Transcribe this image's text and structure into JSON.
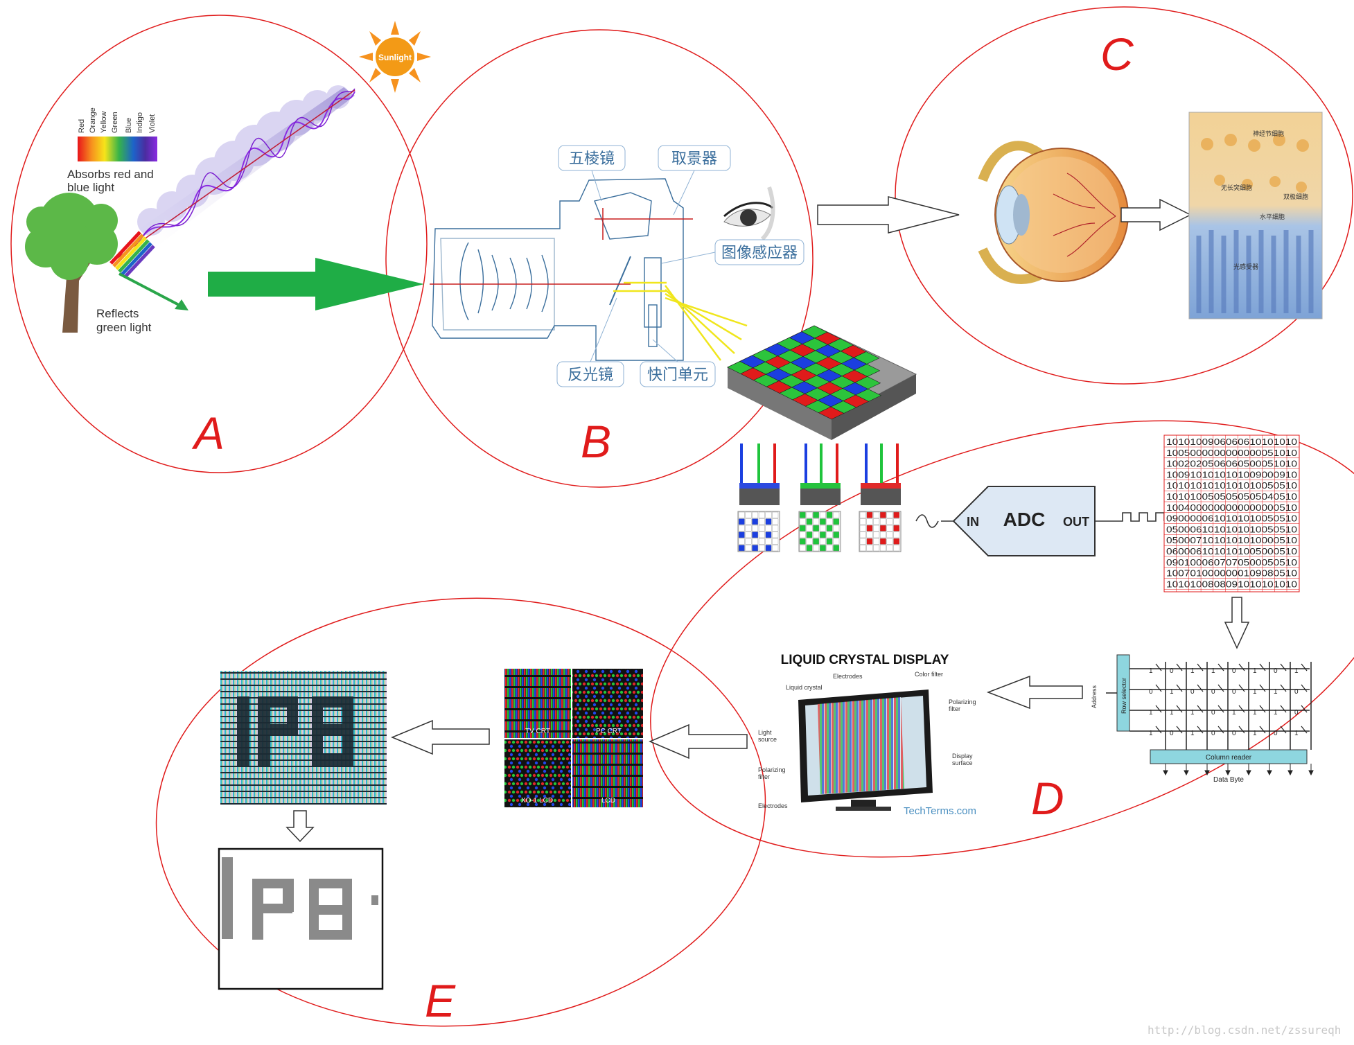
{
  "circles": {
    "a": "A",
    "b": "B",
    "c": "C",
    "d": "D",
    "e": "E"
  },
  "sun": {
    "label": "Sunlight"
  },
  "spectrum": {
    "colors": [
      "Red",
      "Orange",
      "Yellow",
      "Green",
      "Blue",
      "Indigo",
      "Violet"
    ],
    "absorbs": [
      "Absorbs red and",
      "blue light"
    ],
    "reflects": [
      "Reflects",
      "green light"
    ]
  },
  "camera": {
    "pentaprism": "五棱镜",
    "viewfinder": "取景器",
    "sensor": "图像感应器",
    "mirror": "反光镜",
    "shutter": "快门单元"
  },
  "retina": {
    "ganglion": "神经节细胞",
    "amacrine": "无长突细胞",
    "bipolar": "双极细胞",
    "horizontal": "水平细胞",
    "photoreceptor": "光感受器"
  },
  "adc": {
    "title": "ADC",
    "in": "IN",
    "out": "OUT"
  },
  "matrix": {
    "rows": [
      "1010100906060610101010",
      "1005000000000000051010",
      "1002020506060500051010",
      "1009101010101009000910",
      "1010101010101010050510",
      "1010100505050505040510",
      "1004000000000000000510",
      "0900000610101010050510",
      "0500061010101010050510",
      "0500071010101010000510",
      "0600061010101005000510",
      "0901000607070500050510",
      "1007010000000109080510",
      "1010100808091010101010"
    ]
  },
  "memory": {
    "address": "Address",
    "row_selector": "Row selector",
    "column_reader": "Column reader",
    "data_byte": "Data Byte",
    "bits": [
      [
        "1",
        "0",
        "1",
        "1",
        "0",
        "1",
        "0",
        "1"
      ],
      [
        "0",
        "1",
        "0",
        "0",
        "0",
        "1",
        "1",
        "0"
      ],
      [
        "1",
        "1",
        "1",
        "0",
        "1",
        "1",
        "1",
        "0"
      ],
      [
        "1",
        "0",
        "1",
        "0",
        "0",
        "1",
        "0",
        "1"
      ]
    ]
  },
  "lcd": {
    "title": "LIQUID CRYSTAL DISPLAY",
    "electrodes_top": "Electrodes",
    "liquid_crystal": "Liquid crystal",
    "color_filter": "Color filter",
    "polarizing_filter_right": [
      "Polarizing",
      "filter"
    ],
    "light_source": [
      "Light",
      "source"
    ],
    "display_surface": [
      "Display",
      "surface"
    ],
    "polarizing_filter_left": [
      "Polarizing",
      "filter"
    ],
    "electrodes_bottom": "Electrodes",
    "credit": "TechTerms.com"
  },
  "pixels": {
    "tv_crt": "TV CRT",
    "pc_crt": "PC CRT",
    "xo_lcd": "XO-1 LCD",
    "lcd": "LCD"
  },
  "watermark": "http://blog.csdn.net/zssureqh"
}
